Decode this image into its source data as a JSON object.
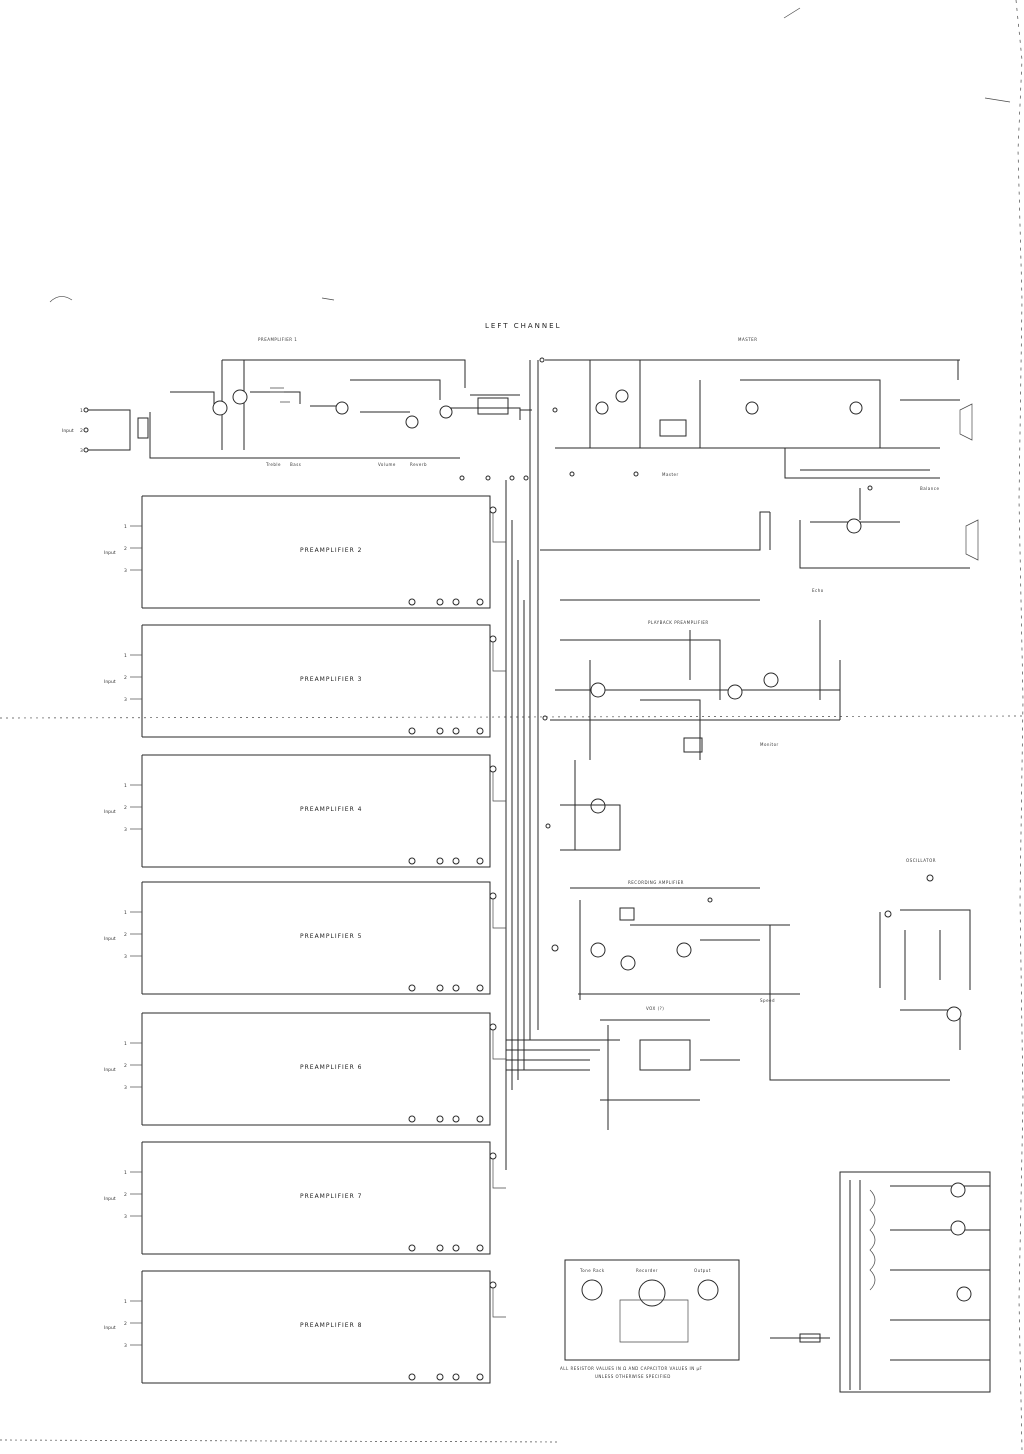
{
  "diagram": {
    "title_left_channel": "LEFT CHANNEL",
    "preamp1_label": "PREAMPLIFIER 1",
    "master_label": "MASTER",
    "preamp_blocks": [
      {
        "label": "PREAMPLIFIER 2",
        "input_label": "Input",
        "taps": [
          "1",
          "2",
          "3"
        ]
      },
      {
        "label": "PREAMPLIFIER 3",
        "input_label": "Input",
        "taps": [
          "1",
          "2",
          "3"
        ]
      },
      {
        "label": "PREAMPLIFIER 4",
        "input_label": "Input",
        "taps": [
          "1",
          "2",
          "3"
        ]
      },
      {
        "label": "PREAMPLIFIER 5",
        "input_label": "Input",
        "taps": [
          "1",
          "2",
          "3"
        ]
      },
      {
        "label": "PREAMPLIFIER 6",
        "input_label": "Input",
        "taps": [
          "1",
          "2",
          "3"
        ]
      },
      {
        "label": "PREAMPLIFIER 7",
        "input_label": "Input",
        "taps": [
          "1",
          "2",
          "3"
        ]
      },
      {
        "label": "PREAMPLIFIER 8",
        "input_label": "Input",
        "taps": [
          "1",
          "2",
          "3"
        ]
      }
    ],
    "preamp1_input_label": "Input",
    "preamp1_taps": [
      "1",
      "2",
      "3"
    ],
    "playback_label": "PLAYBACK PREAMPLIFIER",
    "recording_label": "RECORDING AMPLIFIER",
    "oscillator_label": "OSCILLATOR",
    "vox_label": "VOX (?)",
    "connector_labels": [
      "Tone Rack",
      "Recorder",
      "Output"
    ],
    "note_line1": "ALL RESISTOR VALUES IN Ω AND CAPACITOR VALUES IN µF",
    "note_line2": "UNLESS OTHERWISE SPECIFIED",
    "misc_labels": [
      "Treble",
      "Bass",
      "Volume",
      "Reverb",
      "Master",
      "Balance",
      "Echo",
      "Monitor",
      "Speed"
    ]
  }
}
